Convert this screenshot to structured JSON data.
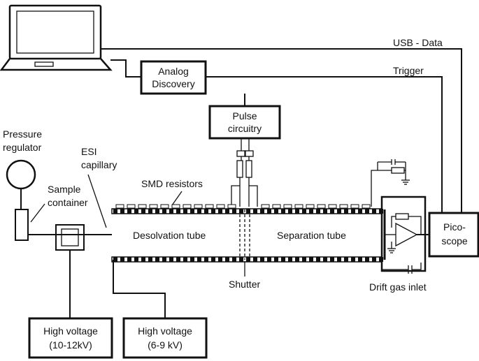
{
  "labels": {
    "usb_data": "USB - Data",
    "trigger": "Trigger",
    "analog_discovery": [
      "Analog",
      "Discovery"
    ],
    "pulse_circuitry": [
      "Pulse",
      "circuitry"
    ],
    "pressure_regulator": [
      "Pressure",
      "regulator"
    ],
    "esi_capillary": [
      "ESI",
      "capillary"
    ],
    "sample_container": [
      "Sample",
      "container"
    ],
    "smd_resistors": "SMD resistors",
    "desolvation_tube": "Desolvation tube",
    "separation_tube": "Separation tube",
    "shutter": "Shutter",
    "picoscope": [
      "Pico-",
      "scope"
    ],
    "drift_gas_inlet": "Drift gas inlet",
    "high_voltage_1": [
      "High voltage",
      "(10-12kV)"
    ],
    "high_voltage_2": [
      "High voltage",
      "(6-9 kV)"
    ]
  }
}
